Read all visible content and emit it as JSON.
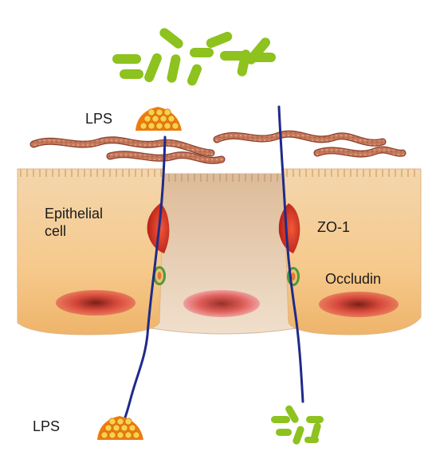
{
  "labels": {
    "lps_top": "LPS",
    "lps_bottom": "LPS",
    "epithelial_cell": "Epithelial\ncell",
    "zo1": "ZO-1",
    "occludin": "Occludin"
  },
  "colors": {
    "bacteria": "#8dc21f",
    "lps_cluster": "#f07a10",
    "lps_dot": "#f6d34a",
    "mucus_strand": "#c6795a",
    "cell_side": "#f6c98c",
    "cell_middle": "#e8cdb0",
    "nucleus": "#d84a3c",
    "zo1": "#d9301f",
    "occludin": "#4a9a3a",
    "path_line": "#1f2a8a"
  }
}
